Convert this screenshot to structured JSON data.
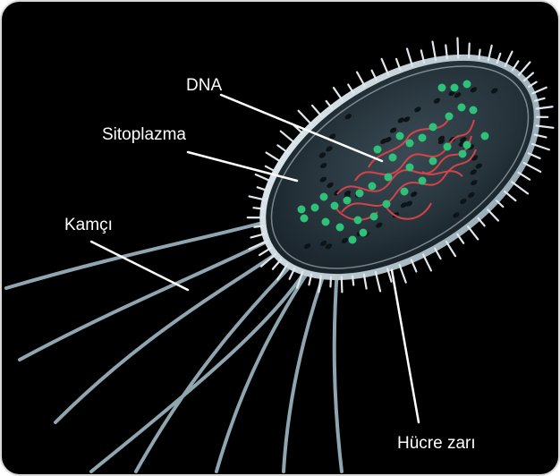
{
  "labels": {
    "dna": "DNA",
    "sitoplazma": "Sitoplazma",
    "kamci": "Kamçı",
    "hucre_zari": "Hücre zarı"
  },
  "colors": {
    "background": "#000000",
    "membrane": "#d8e2e8",
    "cytoplasm": "#25323a",
    "dna": "#e0434a",
    "ribosome": "#2fc07a",
    "flagellum": "#a9c3d0",
    "leader": "#ffffff"
  },
  "icons": {
    "cell": "bacterium-illustration",
    "dna": "dna-strand",
    "ribosome": "ribosome-dot"
  }
}
